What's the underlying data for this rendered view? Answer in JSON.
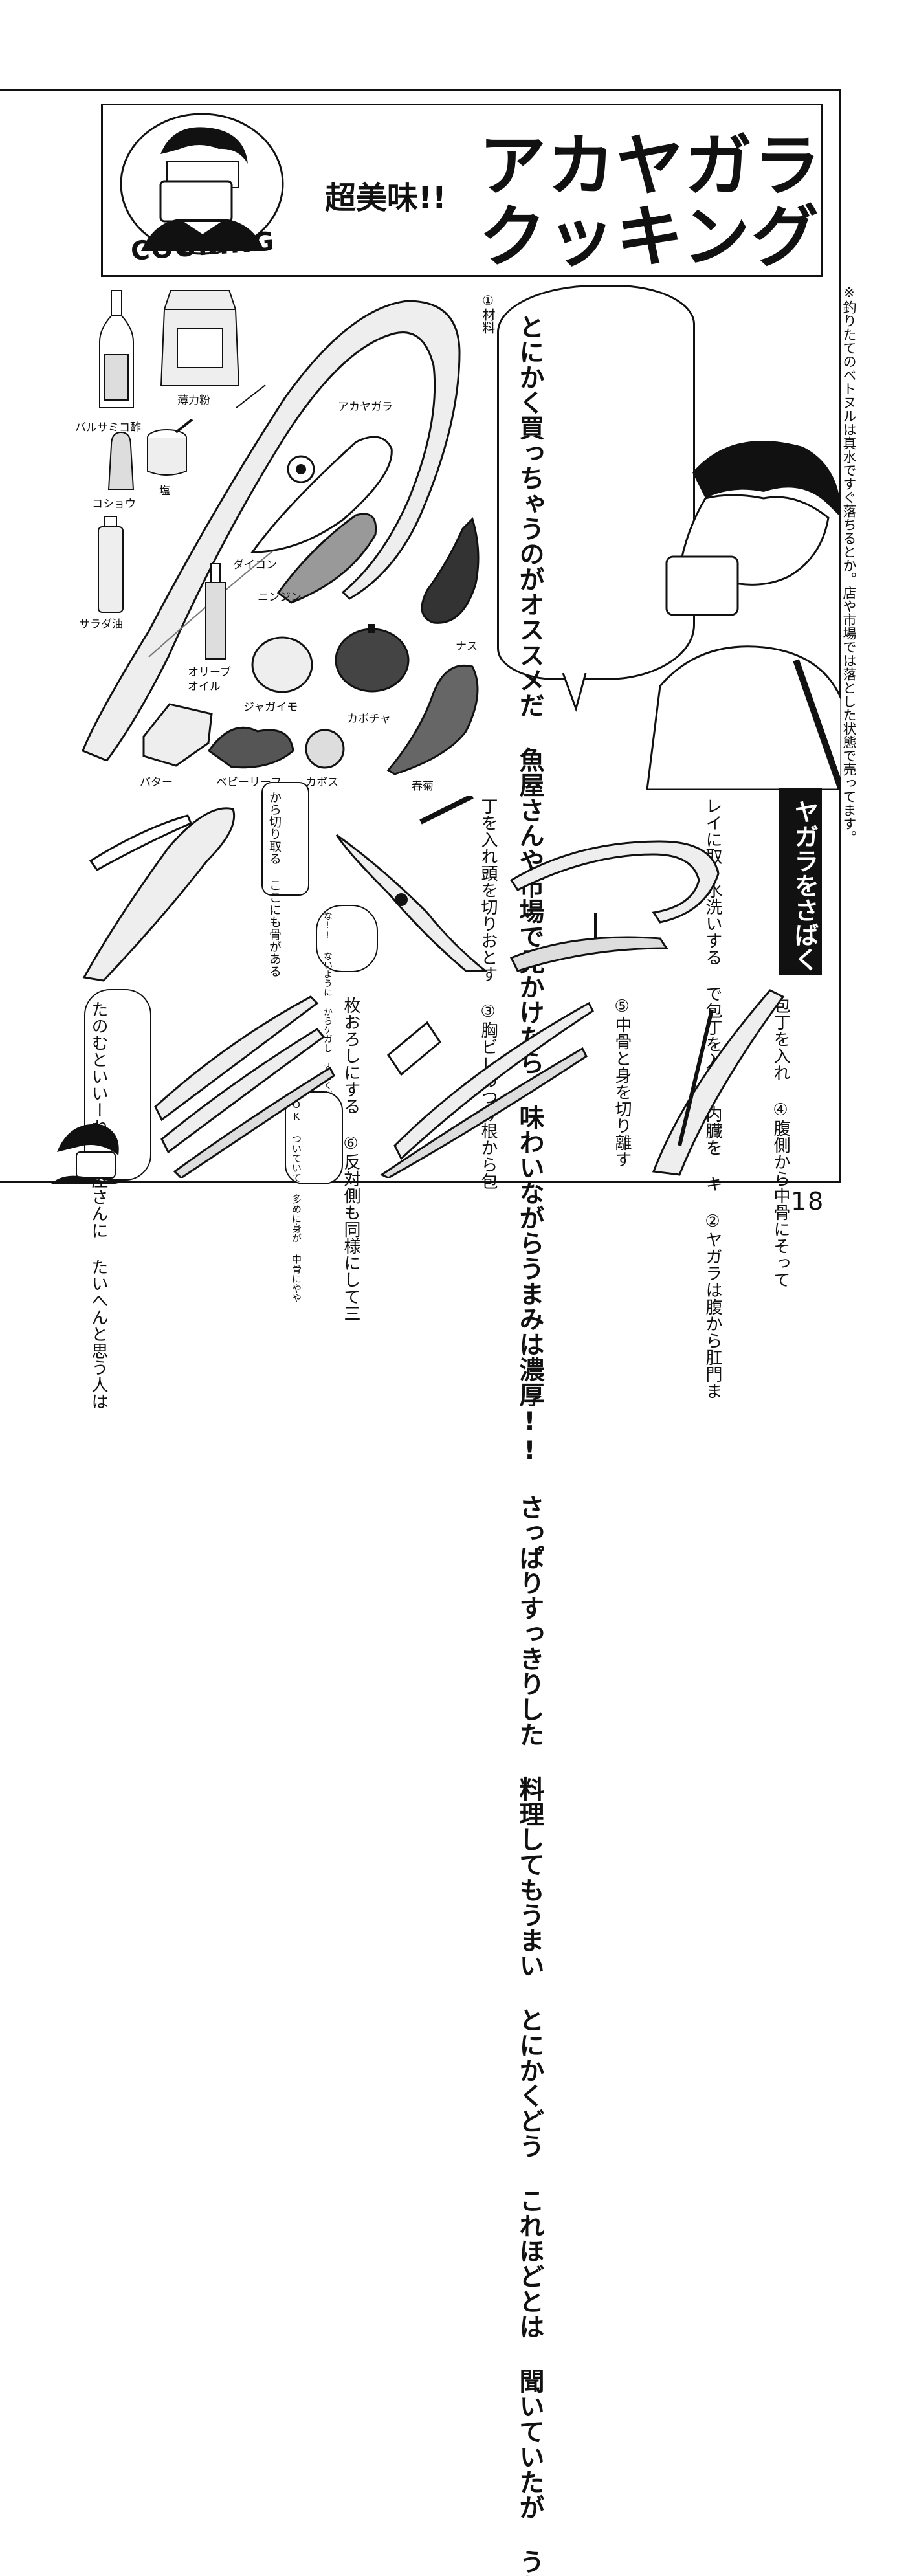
{
  "header": {
    "title_line1": "アカヤガラ",
    "title_line2": "クッキング",
    "subtitle": "超美味!!",
    "badge": "COOKING"
  },
  "footnote": "※釣りたてのベトヌルは真水ですぐ落ちるとか。店や市場では落とした状態で売ってます。",
  "speech_main": [
    "うわさには",
    "聞いていたが",
    "これほどとは",
    "とにかくどう",
    "料理してもうまい",
    "さっぱりすっきりした",
    "味わいながらうまみは濃厚!!",
    "魚屋さんや市場で見かけたら",
    "とにかく買っちゃうのがオススメだ"
  ],
  "ingredients": {
    "heading": "①材料",
    "items": {
      "balsamic": "バルサミコ酢",
      "flour": "薄力粉",
      "pepper": "コショウ",
      "salt": "塩",
      "salad_oil": "サラダ油",
      "fish": "アカヤガラ",
      "daikon": "ダイコン",
      "carrot": "ニンジン",
      "olive_oil_1": "オリーブ",
      "olive_oil_2": "オイル",
      "potato": "ジャガイモ",
      "pumpkin": "カボチャ",
      "eggplant": "ナス",
      "butter": "バター",
      "baby_leaf": "ベビーリーフ",
      "kabosu": "カボス",
      "shungiku": "春菊"
    }
  },
  "section_title": "ヤガラをさばく",
  "steps": {
    "s2": [
      "②ヤガラは腹から肛門ま",
      "で包丁を入れ 内臓を キ",
      "レイに取り水洗いする"
    ],
    "s3": [
      "③胸ビレのつけ根から包",
      "丁を入れ頭を切りおとす"
    ],
    "s3_note": [
      "すごく堅い",
      "からケガし",
      "ないように",
      "な!!"
    ],
    "s3_bone": [
      "ここにも骨がある",
      "から切り取る"
    ],
    "s4": [
      "④腹側から中骨にそって",
      "包丁を入れ"
    ],
    "s5": [
      "⑤中骨と身を切り離す"
    ],
    "s6": [
      "⑥反対側も同様にして三",
      "枚おろしにする"
    ],
    "s6_note": [
      "中骨にやや",
      "多めに身が",
      "ついていて",
      "OK"
    ],
    "fishmonger": [
      "たいへんと思う人は",
      "魚屋さんに",
      "たのむといいーね"
    ]
  },
  "page_number": "18"
}
